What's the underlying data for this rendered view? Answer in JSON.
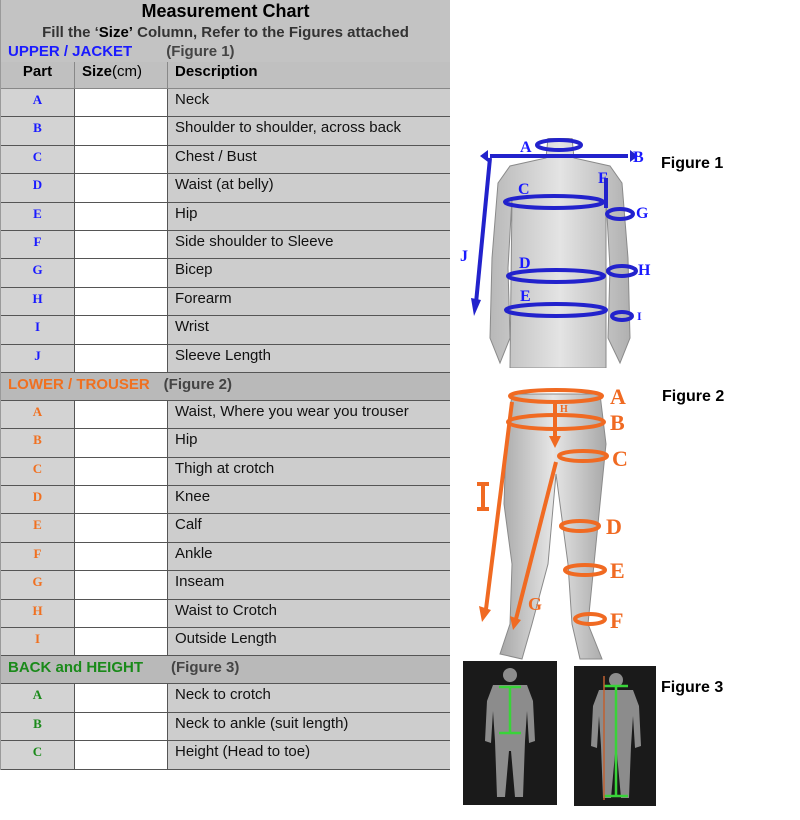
{
  "title": "Measurement Chart",
  "subtitle_pre": "Fill the ‘",
  "subtitle_bold": "Size’",
  "subtitle_post": " Column,  Refer to the Figures attached",
  "header": {
    "part": "Part",
    "size": "Size",
    "size_unit": "(cm)",
    "description": "Description"
  },
  "upper": {
    "label": "UPPER / JACKET",
    "figure": "(Figure 1)",
    "rows": [
      {
        "part": "A",
        "desc": "Neck"
      },
      {
        "part": "B",
        "desc": "Shoulder to shoulder, across back"
      },
      {
        "part": "C",
        "desc": "Chest / Bust"
      },
      {
        "part": "D",
        "desc": "Waist (at belly)"
      },
      {
        "part": "E",
        "desc": "Hip"
      },
      {
        "part": "F",
        "desc": "Side shoulder to Sleeve"
      },
      {
        "part": "G",
        "desc": "Bicep"
      },
      {
        "part": "H",
        "desc": "Forearm"
      },
      {
        "part": "I",
        "desc": "Wrist"
      },
      {
        "part": "J",
        "desc": "Sleeve Length"
      }
    ]
  },
  "lower": {
    "label": "LOWER / TROUSER",
    "figure": "(Figure 2)",
    "rows": [
      {
        "part": "A",
        "desc": "Waist, Where you wear you trouser"
      },
      {
        "part": "B",
        "desc": "Hip"
      },
      {
        "part": "C",
        "desc": "Thigh at crotch"
      },
      {
        "part": "D",
        "desc": "Knee"
      },
      {
        "part": "E",
        "desc": "Calf"
      },
      {
        "part": "F",
        "desc": "Ankle"
      },
      {
        "part": "G",
        "desc": "Inseam"
      },
      {
        "part": "H",
        "desc": "Waist to Crotch"
      },
      {
        "part": "I",
        "desc": "Outside Length"
      }
    ]
  },
  "back": {
    "label": "BACK and HEIGHT",
    "figure": "(Figure 3)",
    "rows": [
      {
        "part": "A",
        "desc": "Neck to crotch"
      },
      {
        "part": "B",
        "desc": "Neck to ankle (suit length)"
      },
      {
        "part": "C",
        "desc": "Height (Head to toe)"
      }
    ]
  },
  "figures": {
    "fig1_label": "Figure 1",
    "fig2_label": "Figure 2",
    "fig3_label": "Figure 3",
    "fig1_marks": {
      "A": "A",
      "B": "B",
      "C": "C",
      "D": "D",
      "E": "E",
      "F": "F",
      "G": "G",
      "H": "H",
      "I": "I",
      "J": "J"
    },
    "fig2_marks": {
      "A": "A",
      "B": "B",
      "C": "C",
      "D": "D",
      "E": "E",
      "F": "F",
      "G": "G",
      "H": "H",
      "I": "I"
    }
  },
  "colors": {
    "upper": "#1a1aff",
    "lower": "#f07020",
    "back": "#1a8a1a"
  }
}
